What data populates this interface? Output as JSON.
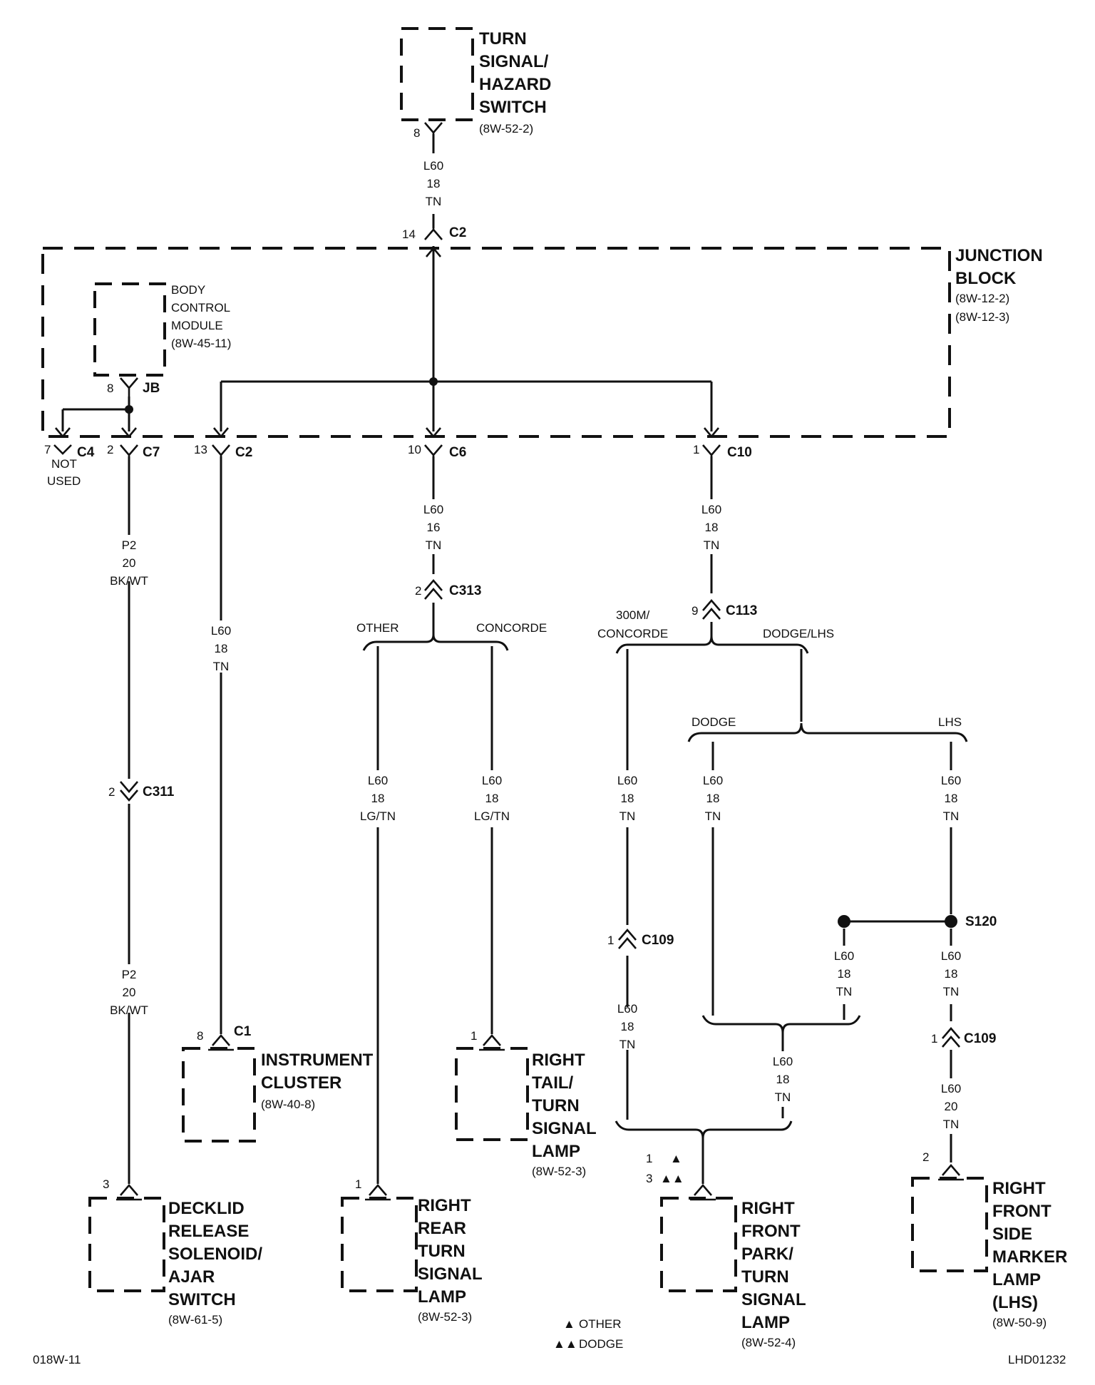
{
  "components": {
    "turn_signal_switch": {
      "lines": [
        "TURN",
        "SIGNAL/",
        "HAZARD",
        "SWITCH"
      ],
      "ref": "(8W-52-2)"
    },
    "junction_block": {
      "lines": [
        "JUNCTION",
        "BLOCK"
      ],
      "refs": [
        "(8W-12-2)",
        "(8W-12-3)"
      ]
    },
    "body_control_module": {
      "lines": [
        "BODY",
        "CONTROL",
        "MODULE"
      ],
      "ref": "(8W-45-11)"
    },
    "instrument_cluster": {
      "lines": [
        "INSTRUMENT",
        "CLUSTER"
      ],
      "ref": "(8W-40-8)"
    },
    "right_tail_turn_lamp": {
      "lines": [
        "RIGHT",
        "TAIL/",
        "TURN",
        "SIGNAL",
        "LAMP"
      ],
      "ref": "(8W-52-3)"
    },
    "decklid_switch": {
      "lines": [
        "DECKLID",
        "RELEASE",
        "SOLENOID/",
        "AJAR",
        "SWITCH"
      ],
      "ref": "(8W-61-5)"
    },
    "right_rear_turn_lamp": {
      "lines": [
        "RIGHT",
        "REAR",
        "TURN",
        "SIGNAL",
        "LAMP"
      ],
      "ref": "(8W-52-3)"
    },
    "right_front_park_turn_lamp": {
      "lines": [
        "RIGHT",
        "FRONT",
        "PARK/",
        "TURN",
        "SIGNAL",
        "LAMP"
      ],
      "ref": "(8W-52-4)"
    },
    "right_front_side_marker_lamp": {
      "lines": [
        "RIGHT",
        "FRONT",
        "SIDE",
        "MARKER",
        "LAMP",
        "(LHS)"
      ],
      "ref": "(8W-50-9)"
    }
  },
  "connectors": {
    "c2_top": {
      "name": "C2",
      "pin": "14"
    },
    "tss_pin": {
      "pin": "8"
    },
    "jb_bcm": {
      "name": "JB",
      "pin": "8"
    },
    "c4": {
      "name": "C4",
      "pin": "7",
      "note": [
        "NOT",
        "USED"
      ]
    },
    "c7": {
      "name": "C7",
      "pin": "2"
    },
    "c2_bottom": {
      "name": "C2",
      "pin": "13"
    },
    "c6": {
      "name": "C6",
      "pin": "10"
    },
    "c10": {
      "name": "C10",
      "pin": "1"
    },
    "c313": {
      "name": "C313",
      "pin": "2"
    },
    "c113": {
      "name": "C113",
      "pin": "9"
    },
    "c311": {
      "name": "C311",
      "pin": "2"
    },
    "c109_left": {
      "name": "C109",
      "pin": "1"
    },
    "c109_right": {
      "name": "C109",
      "pin": "1"
    },
    "s120": {
      "name": "S120"
    },
    "c1": {
      "name": "C1",
      "pin": "8"
    },
    "tail_pin": {
      "pin": "1"
    },
    "decklid_pin": {
      "pin": "3"
    },
    "rear_pin": {
      "pin": "1"
    },
    "front_park_pins": {
      "pin_a": "1",
      "pin_b": "3"
    },
    "marker_pin": {
      "pin": "2"
    }
  },
  "wires": {
    "w_top": [
      "L60",
      "18",
      "TN"
    ],
    "w_c6": [
      "L60",
      "16",
      "TN"
    ],
    "w_c10": [
      "L60",
      "18",
      "TN"
    ],
    "w_cluster": [
      "L60",
      "18",
      "TN"
    ],
    "w_p2_upper": [
      "P2",
      "20",
      "BK/WT"
    ],
    "w_p2_lower": [
      "P2",
      "20",
      "BK/WT"
    ],
    "w_other": [
      "L60",
      "18",
      "LG/TN"
    ],
    "w_concorde": [
      "L60",
      "18",
      "LG/TN"
    ],
    "w_300m": [
      "L60",
      "18",
      "TN"
    ],
    "w_300m_lower": [
      "L60",
      "18",
      "TN"
    ],
    "w_dodge": [
      "L60",
      "18",
      "TN"
    ],
    "w_lhs": [
      "L60",
      "18",
      "TN"
    ],
    "w_splice_down": [
      "L60",
      "18",
      "TN"
    ],
    "w_s120_down": [
      "L60",
      "18",
      "TN"
    ],
    "w_merge": [
      "L60",
      "18",
      "TN"
    ],
    "w_marker": [
      "L60",
      "20",
      "TN"
    ]
  },
  "options": {
    "other": "OTHER",
    "concorde": "CONCORDE",
    "m300_line1": "300M/",
    "m300_line2": "CONCORDE",
    "dodge_lhs": "DODGE/LHS",
    "dodge": "DODGE",
    "lhs": "LHS"
  },
  "legend": {
    "other_symbol": "▲",
    "other": "OTHER",
    "dodge_symbol": "▲▲",
    "dodge": "DODGE"
  },
  "footer": {
    "left": "018W-11",
    "right": "LHD01232"
  }
}
